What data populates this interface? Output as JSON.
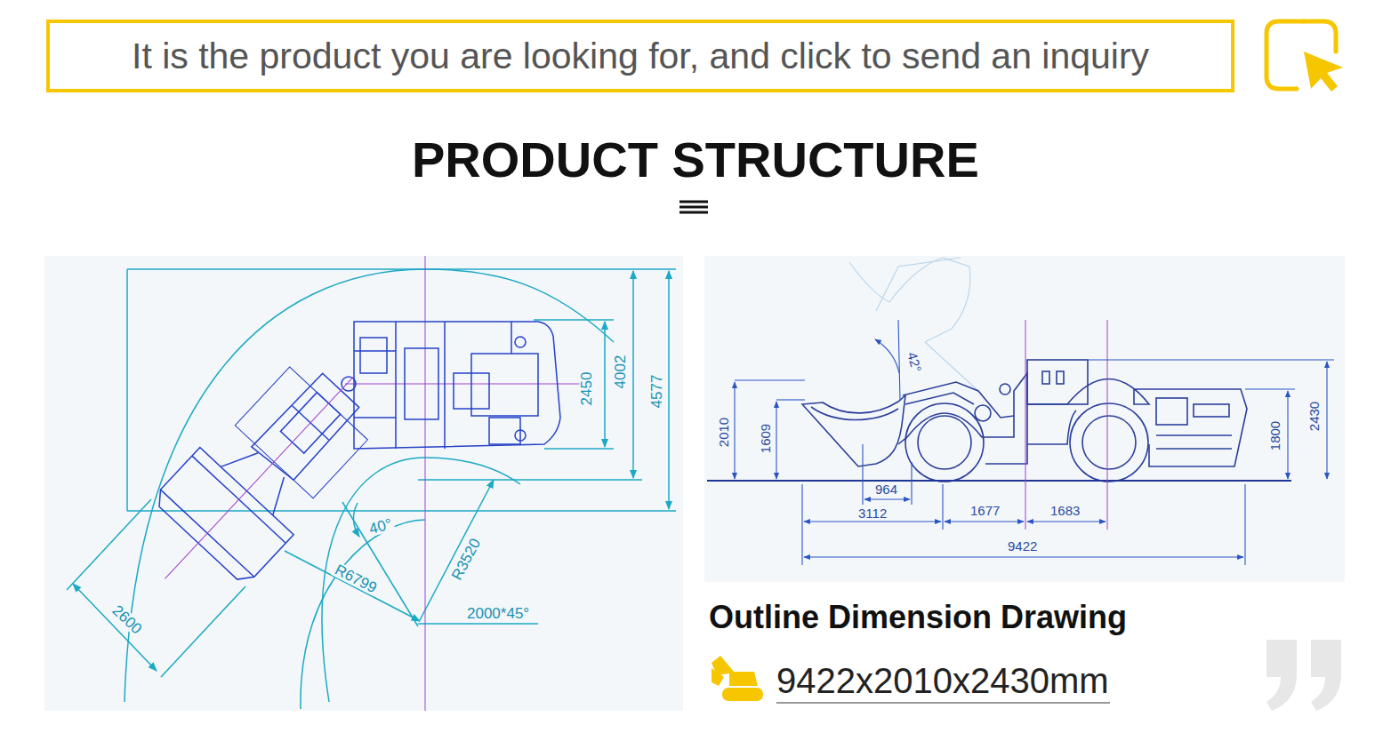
{
  "diagram": {
    "title": "PRODUCT STRUCTURE",
    "caption": "Outline Dimension Drawing",
    "nodes": [
      {
        "text": [
          "It is the product you are looking for, and click to send an inquiry"
        ]
      }
    ],
    "labels": [
      "2450",
      "4002",
      "4577",
      "40°",
      "R3520",
      "R6799",
      "2000*45°",
      "2600",
      "42°",
      "2010",
      "1609",
      "964",
      "3112",
      "1677",
      "1683",
      "9422",
      "1800",
      "2430",
      "9422x2010x2430mm"
    ]
  }
}
